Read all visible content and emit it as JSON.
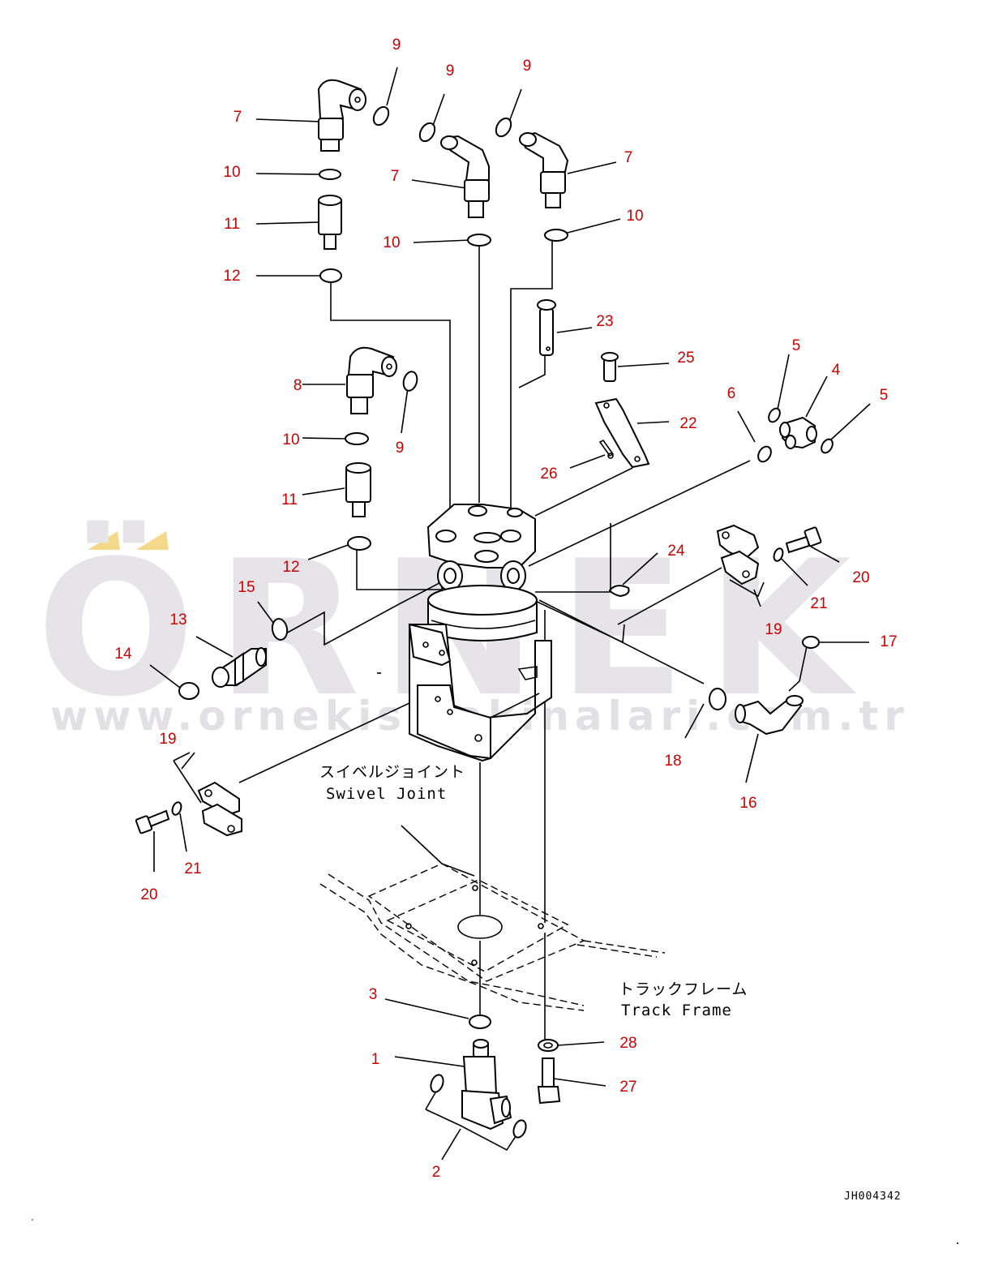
{
  "watermark": {
    "brand": "ÖRNEK",
    "url": "www.ornekismakinalari.com.tr",
    "accent_color": "#f5d98a",
    "text_color": "#e6e4e9"
  },
  "labels": {
    "swivel_joint_ja": "スイベルジョイント",
    "swivel_joint_en": "Swivel Joint",
    "track_frame_ja": "トラックフレーム",
    "track_frame_en": "Track Frame"
  },
  "drawing_code": "JH004342",
  "callout_color": "#cc0000",
  "callouts": {
    "c_9a": "9",
    "c_9b": "9",
    "c_9c": "9",
    "c_9d": "9",
    "c_7a": "7",
    "c_7b": "7",
    "c_7c": "7",
    "c_10a": "10",
    "c_10b": "10",
    "c_10c": "10",
    "c_10d": "10",
    "c_11a": "11",
    "c_11b": "11",
    "c_12a": "12",
    "c_12b": "12",
    "c_8": "8",
    "c_23": "23",
    "c_25": "25",
    "c_22": "22",
    "c_26": "26",
    "c_5a": "5",
    "c_5b": "5",
    "c_4": "4",
    "c_6": "6",
    "c_24": "24",
    "c_20a": "20",
    "c_21a": "21",
    "c_19a": "19",
    "c_15": "15",
    "c_13": "13",
    "c_14": "14",
    "c_17": "17",
    "c_18": "18",
    "c_16": "16",
    "c_19b": "19",
    "c_21b": "21",
    "c_20b": "20",
    "c_3": "3",
    "c_1": "1",
    "c_2": "2",
    "c_28": "28",
    "c_27": "27"
  }
}
